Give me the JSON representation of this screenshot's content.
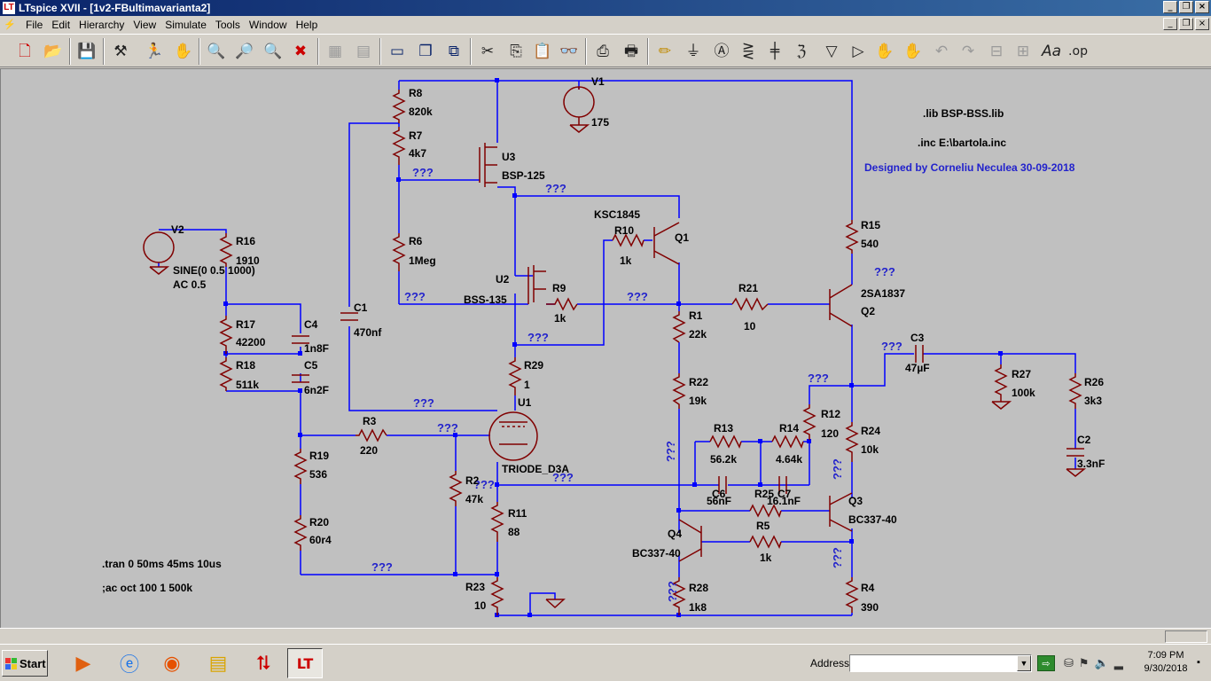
{
  "window": {
    "title": "LTspice XVII - [1v2-FBultimavarianta2]",
    "app_icon": "ltspice-icon",
    "controls": [
      "_",
      "❐",
      "×"
    ]
  },
  "menu": {
    "items": [
      {
        "label": "File",
        "key": "F"
      },
      {
        "label": "Edit",
        "key": "E"
      },
      {
        "label": "Hierarchy",
        "key": "H"
      },
      {
        "label": "View",
        "key": "V"
      },
      {
        "label": "Simulate",
        "key": "S"
      },
      {
        "label": "Tools",
        "key": "T"
      },
      {
        "label": "Window",
        "key": "W"
      },
      {
        "label": "Help",
        "key": "H"
      }
    ]
  },
  "toolbar": {
    "icons": [
      "new-schematic-icon",
      "open-icon",
      "save-icon",
      "control-panel-icon",
      "run-icon",
      "halt-icon",
      "zoom-in-icon",
      "zoom-pan-icon",
      "zoom-out-icon",
      "zoom-fit-icon",
      "autorange-icon",
      "tile-icon",
      "cascade-icon",
      "close-all-icon",
      "cut-icon",
      "copy-icon",
      "paste-icon",
      "find-icon",
      "print-setup-icon",
      "print-icon",
      "wire-icon",
      "ground-icon",
      "label-net-icon",
      "resistor-icon",
      "capacitor-icon",
      "inductor-icon",
      "diode-icon",
      "component-icon",
      "move-icon",
      "drag-icon",
      "undo-icon",
      "redo-icon",
      "rotate-icon",
      "mirror-icon",
      "text-icon",
      "spice-directive-icon"
    ]
  },
  "schematic": {
    "directives": {
      "lib": ".lib BSP-BSS.lib",
      "inc": ".inc E:\\bartola.inc",
      "designer": "Designed by Corneliu Neculea 30-09-2018",
      "tran": ".tran 0 50ms 45ms 10us",
      "ac": ";ac oct 100 1 500k"
    },
    "colors": {
      "wire": "#0000ff",
      "component": "#800000",
      "background": "#c0c0c0",
      "directive_text": "#2222cc"
    },
    "unknown_label": "???",
    "components": [
      {
        "id": "v1",
        "name": "V1",
        "value": "175",
        "type": "voltage-source"
      },
      {
        "id": "v2",
        "name": "V2",
        "value": "SINE(0 0.5 1000)",
        "value2": "AC 0.5",
        "type": "voltage-source"
      },
      {
        "id": "r8",
        "name": "R8",
        "value": "820k",
        "type": "resistor"
      },
      {
        "id": "r7",
        "name": "R7",
        "value": "4k7",
        "type": "resistor"
      },
      {
        "id": "r6",
        "name": "R6",
        "value": "1Meg",
        "type": "resistor"
      },
      {
        "id": "r16",
        "name": "R16",
        "value": "1910",
        "type": "resistor"
      },
      {
        "id": "r17",
        "name": "R17",
        "value": "42200",
        "type": "resistor"
      },
      {
        "id": "r18",
        "name": "R18",
        "value": "511k",
        "type": "resistor"
      },
      {
        "id": "r19",
        "name": "R19",
        "value": "536",
        "type": "resistor"
      },
      {
        "id": "r20",
        "name": "R20",
        "value": "60r4",
        "type": "resistor"
      },
      {
        "id": "r3",
        "name": "R3",
        "value": "220",
        "type": "resistor"
      },
      {
        "id": "r2",
        "name": "R2",
        "value": "47k",
        "type": "resistor"
      },
      {
        "id": "r11",
        "name": "R11",
        "value": "88",
        "type": "resistor"
      },
      {
        "id": "r23",
        "name": "R23",
        "value": "10",
        "type": "resistor"
      },
      {
        "id": "r29",
        "name": "R29",
        "value": "1",
        "type": "resistor"
      },
      {
        "id": "r9",
        "name": "R9",
        "value": "1k",
        "type": "resistor"
      },
      {
        "id": "r10",
        "name": "R10",
        "value": "1k",
        "type": "resistor"
      },
      {
        "id": "r1",
        "name": "R1",
        "value": "22k",
        "type": "resistor"
      },
      {
        "id": "r22",
        "name": "R22",
        "value": "19k",
        "type": "resistor"
      },
      {
        "id": "r21",
        "name": "R21",
        "value": "10",
        "type": "resistor"
      },
      {
        "id": "r13",
        "name": "R13",
        "value": "56.2k",
        "type": "resistor"
      },
      {
        "id": "r14",
        "name": "R14",
        "value": "4.64k",
        "type": "resistor"
      },
      {
        "id": "r12",
        "name": "R12",
        "value": "120",
        "type": "resistor"
      },
      {
        "id": "r25",
        "name": "R25",
        "value": "",
        "type": "resistor"
      },
      {
        "id": "r5",
        "name": "R5",
        "value": "1k",
        "type": "resistor"
      },
      {
        "id": "r28",
        "name": "R28",
        "value": "1k8",
        "type": "resistor"
      },
      {
        "id": "r15",
        "name": "R15",
        "value": "540",
        "type": "resistor"
      },
      {
        "id": "r24",
        "name": "R24",
        "value": "10k",
        "type": "resistor"
      },
      {
        "id": "r4",
        "name": "R4",
        "value": "390",
        "type": "resistor"
      },
      {
        "id": "r27",
        "name": "R27",
        "value": "100k",
        "type": "resistor"
      },
      {
        "id": "r26",
        "name": "R26",
        "value": "3k3",
        "type": "resistor"
      },
      {
        "id": "c1",
        "name": "C1",
        "value": "470nf",
        "type": "capacitor"
      },
      {
        "id": "c4",
        "name": "C4",
        "value": "1n8F",
        "type": "capacitor"
      },
      {
        "id": "c5",
        "name": "C5",
        "value": "6n2F",
        "type": "capacitor"
      },
      {
        "id": "c6",
        "name": "C6",
        "value": "56nF",
        "type": "capacitor"
      },
      {
        "id": "c7",
        "name": "C7",
        "value": "16.1nF",
        "type": "capacitor"
      },
      {
        "id": "c3",
        "name": "C3",
        "value": "47µF",
        "type": "capacitor"
      },
      {
        "id": "c2",
        "name": "C2",
        "value": "3.3nF",
        "type": "capacitor"
      },
      {
        "id": "u3",
        "name": "U3",
        "value": "BSP-125",
        "type": "mosfet"
      },
      {
        "id": "u2",
        "name": "U2",
        "value": "BSS-135",
        "type": "mosfet"
      },
      {
        "id": "u1",
        "name": "U1",
        "value": "TRIODE_D3A",
        "type": "triode"
      },
      {
        "id": "q1",
        "name": "Q1",
        "value": "KSC1845",
        "type": "npn"
      },
      {
        "id": "q2",
        "name": "Q2",
        "value": "2SA1837",
        "type": "pnp"
      },
      {
        "id": "q3",
        "name": "Q3",
        "value": "BC337-40",
        "type": "npn"
      },
      {
        "id": "q4",
        "name": "Q4",
        "value": "BC337-40",
        "type": "npn"
      }
    ]
  },
  "taskbar": {
    "start_label": "Start",
    "apps": [
      "media-player-icon",
      "internet-explorer-icon",
      "firefox-icon",
      "file-explorer-icon",
      "acrobat-icon",
      "ltspice-icon"
    ],
    "address_label": "Address",
    "address_value": "",
    "time": "7:09 PM",
    "date": "9/30/2018"
  }
}
